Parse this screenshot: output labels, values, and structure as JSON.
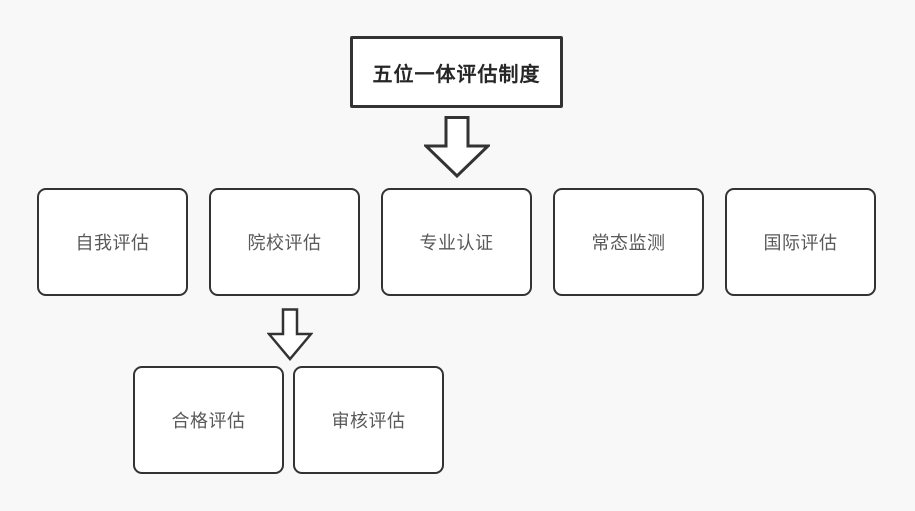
{
  "diagram": {
    "title": "五位一体评估制度",
    "root": {
      "label": "五位一体评估制度"
    },
    "row_nodes": [
      {
        "label": "自我评估"
      },
      {
        "label": "院校评估"
      },
      {
        "label": "专业认证"
      },
      {
        "label": "常态监测"
      },
      {
        "label": "国际评估"
      }
    ],
    "sub_nodes": [
      {
        "label": "合格评估"
      },
      {
        "label": "审核评估"
      }
    ],
    "edges": [
      {
        "from": "五位一体评估制度",
        "to": "专业认证 (row of five)",
        "type": "block-arrow-down"
      },
      {
        "from": "院校评估",
        "to": "合格评估 / 审核评估",
        "type": "block-arrow-down"
      }
    ],
    "colors": {
      "background": "#f8f8f8",
      "node_fill": "#ffffff",
      "node_border": "#333333",
      "title_text": "#262626",
      "label_text": "#595959"
    }
  }
}
